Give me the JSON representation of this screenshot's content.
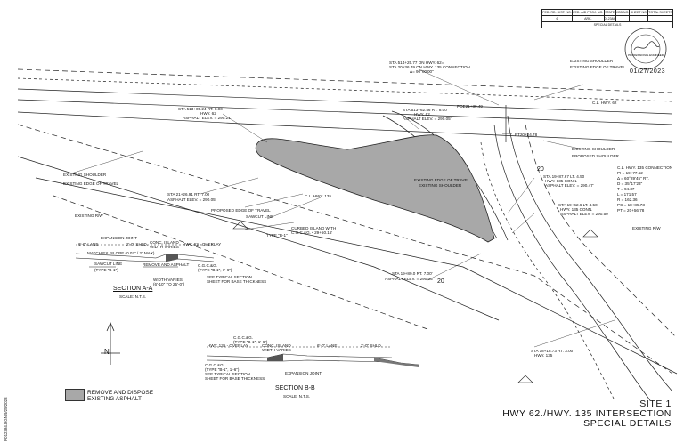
{
  "title_block": {
    "headers": [
      "FED. RD. DIST. NO.",
      "FED. AID PROJ. NO.",
      "STATE",
      "JOB NO.",
      "SHEET NO.",
      "TOTAL SHEETS"
    ],
    "row": [
      "6",
      "ARK.",
      "012384",
      "",
      "",
      ""
    ],
    "caption": "SPECIAL DETAILS"
  },
  "seal": {
    "date": "01/27/2023",
    "text": "PROFESSIONAL ENGINEER"
  },
  "labels": {
    "sta_top": "STA 514+25.77 ON HWY. 62=",
    "sta_top2": "STA 20+36.49 ON HWY. 135 CONNECTION",
    "sta_top3": "Δ= 90°00'00\"",
    "existing_shoulder_top": "EXISTING SHOULDER",
    "existing_edge_top": "EXISTING EDGE OF TRAVEL",
    "cl_hwy62": "C.L. HWY. 62",
    "poe": "POE21+39.49",
    "pt": "PT20+24.78",
    "sta_513": "STA 513+05.24 RT. 8.00",
    "sta_513b": "HWY. 62",
    "asphalt_1": "ASPHALT ELEV. = 290.21'",
    "sta_513c": "STA 513+62.46 RT. 8.00",
    "sta_513d": "HWY. 62",
    "asphalt_2": "ASPHALT ELEV. = 290.05'",
    "existing_shoulder_left": "EXISTING SHOULDER",
    "existing_edge_left": "EXISTING EDGE OF TRAVEL",
    "existing_shoulder_right": "EXISTING SHOULDER",
    "proposed_shoulder": "PROPOSED SHOULDER",
    "existing_edge_mid": "EXISTING EDGE OF TRAVEL",
    "existing_shoulder_mid": "EXISTING SHOULDER",
    "sta_21": "STA 21+26.91 RT. 7.00",
    "asphalt_3": "ASPHALT ELEV. = 290.05'",
    "proposed_edge": "PROPOSED EDGE OF TRAVEL",
    "sawcut": "SAWCUT LINE",
    "existing_rw": "EXISTING R/W",
    "curbed_island": "CURBED ISLAND WITH",
    "curbed_island2": "C.G.C.&G. • 29+50.15'",
    "type_b": "TYPE \"B-1\"",
    "sta_19": "STA 19+89.0 RT. 7.00'",
    "asphalt_4": "ASPHALT ELEV. = 290.05'",
    "sta_right1": "STA 19+87.67 LT. 4.50",
    "sta_right1b": "HWY. 135 CONN.",
    "sta_right1c": "ASPHALT ELEV. = 290.47'",
    "sta_right2": "STA 19+62.6 LT. 4.50",
    "sta_right2b": "HWY. 135 CONN.",
    "sta_right2c": "ASPHALT ELEV. = 290.50'",
    "existing_rw_right": "EXISTING R/W",
    "sta_bottom": "STA 18+18.73 RT. 3.00",
    "sta_bottom2": "HWY. 135",
    "curve_title": "C.L. HWY. 135 CONNECTION",
    "curve_pi": "PI = 19+77.52",
    "curve_delta": "Δ = 60°29'45\" RT.",
    "curve_d": "D = 35°17'23\"",
    "curve_t": "T = 94.37",
    "curve_l": "L = 171.57",
    "curve_r": "R = 162.36",
    "curve_pc": "PC = 18+85.73",
    "curve_pt": "PT = 20+56.78",
    "hwy135_cl": "C.L. HWY. 135",
    "num_20": "20",
    "num_20b": "20"
  },
  "section_a": {
    "title": "SECTION A-A",
    "scale": "SCALE: N.T.S.",
    "expansion": "EXPANSION JOINT",
    "lane": "6'-0\" LANE",
    "shld": "2'-0\" SHLD.",
    "island": "CONC. ISLAND",
    "width": "WIDTH VARIES",
    "hwy": "HWY. 62 - OVERLAY",
    "slope": "MATCH EX. SLOPE (0.07\" / 2\" MAX)",
    "sawcut": "SAWCUT LINE",
    "curb_type": "(TYPE \"B-1\")",
    "remove": "REMOVE AND ASPHALT",
    "cgcg": "C.G.C.&G.",
    "cgcg2": "(TYPE \"B-1\", 1'-6\")",
    "typical": "SEE TYPICAL SECTION",
    "typical2": "SHEET FOR BASE THICKNESS",
    "var": "WIDTH VARIES",
    "var2": "(6'-10\" TO 25'-0\")"
  },
  "section_b": {
    "title": "SECTION B-B",
    "scale": "SCALE: N.T.S.",
    "hwy": "HWY. 135 - OVERLAY",
    "island": "CONC. ISLAND",
    "width": "WIDTH VARIES",
    "cgcg": "C.G.C.&G.",
    "cgcg2": "(TYPE \"B-1\", 1'-6\")",
    "lane": "6'-0\" LANE",
    "shld": "2'-0\" SHLD.",
    "expansion": "EXPANSION JOINT",
    "cgcg3": "C.G.C.&G.",
    "type": "(TYPE \"B-1\", 1'-6\")",
    "typical": "SEE TYPICAL SECTION",
    "typical2": "SHEET FOR BASE THICKNESS"
  },
  "north": "N",
  "legend": {
    "line1": "REMOVE AND DISPOSE",
    "line2": "EXISTING ASPHALT"
  },
  "site": {
    "line1": "SITE 1",
    "line2": "HWY 62./HWY. 135 INTERSECTION",
    "line3": "SPECIAL DETAILS"
  },
  "margin_text": "R012384.DGN  9/25/2023",
  "colors": {
    "removal_fill": "#a8a8a8",
    "line": "#222222"
  }
}
